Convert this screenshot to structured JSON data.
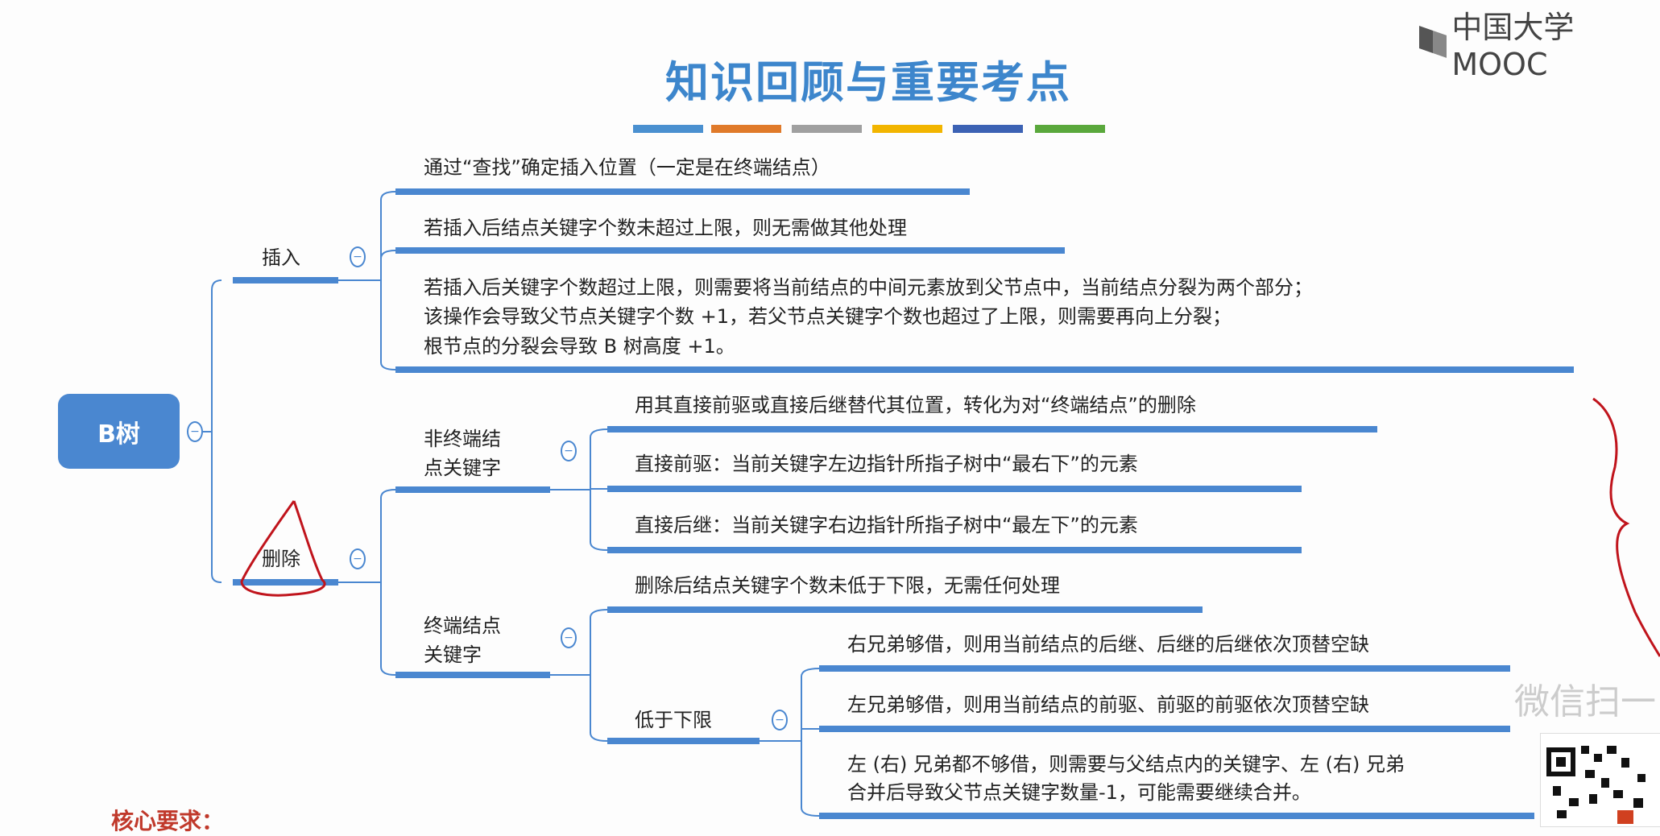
{
  "header": {
    "title": "知识回顾与重要考点",
    "logo_text": "中国大学MOOC",
    "color_bars": [
      "#4a90d0",
      "#e07a2a",
      "#a0a0a0",
      "#f2b500",
      "#3c62b4",
      "#5aa83c"
    ]
  },
  "mindmap": {
    "root": "B树",
    "insert": {
      "label": "插入",
      "items": [
        "通过“查找”确定插入位置（一定是在终端结点）",
        "若插入后结点关键字个数未超过上限，则无需做其他处理",
        [
          "若插入后关键字个数超过上限，则需要将当前结点的中间元素放到父节点中，当前结点分裂为两个部分；",
          "该操作会导致父节点关键字个数 +1，若父节点关键字个数也超过了上限，则需要再向上分裂；",
          "根节点的分裂会导致 B 树高度 +1。"
        ]
      ]
    },
    "delete": {
      "label": "删除",
      "nonleaf": {
        "label": [
          "非终端结",
          "点关键字"
        ],
        "items": [
          "用其直接前驱或直接后继替代其位置，转化为对“终端结点”的删除",
          "直接前驱：当前关键字左边指针所指子树中“最右下”的元素",
          "直接后继：当前关键字右边指针所指子树中“最左下”的元素"
        ]
      },
      "leaf": {
        "label": [
          "终端结点",
          "关键字"
        ],
        "item": "删除后结点关键字个数未低于下限，无需任何处理",
        "below": {
          "label": "低于下限",
          "items": [
            "右兄弟够借，则用当前结点的后继、后继的后继依次顶替空缺",
            "左兄弟够借，则用当前结点的前驱、前驱的前驱依次顶替空缺",
            [
              "左 (右) 兄弟都不够借，则需要与父结点内的关键字、左 (右) 兄弟",
              "合并后导致父节点关键字数量-1，可能需要继续合并。"
            ]
          ]
        }
      }
    },
    "collapse_symbol": "−"
  },
  "footer": {
    "core_requirement": "核心要求：",
    "wechat_hint": "微信扫一"
  },
  "colors": {
    "branch": "#4a87d0",
    "annotation": "#c0141c"
  }
}
